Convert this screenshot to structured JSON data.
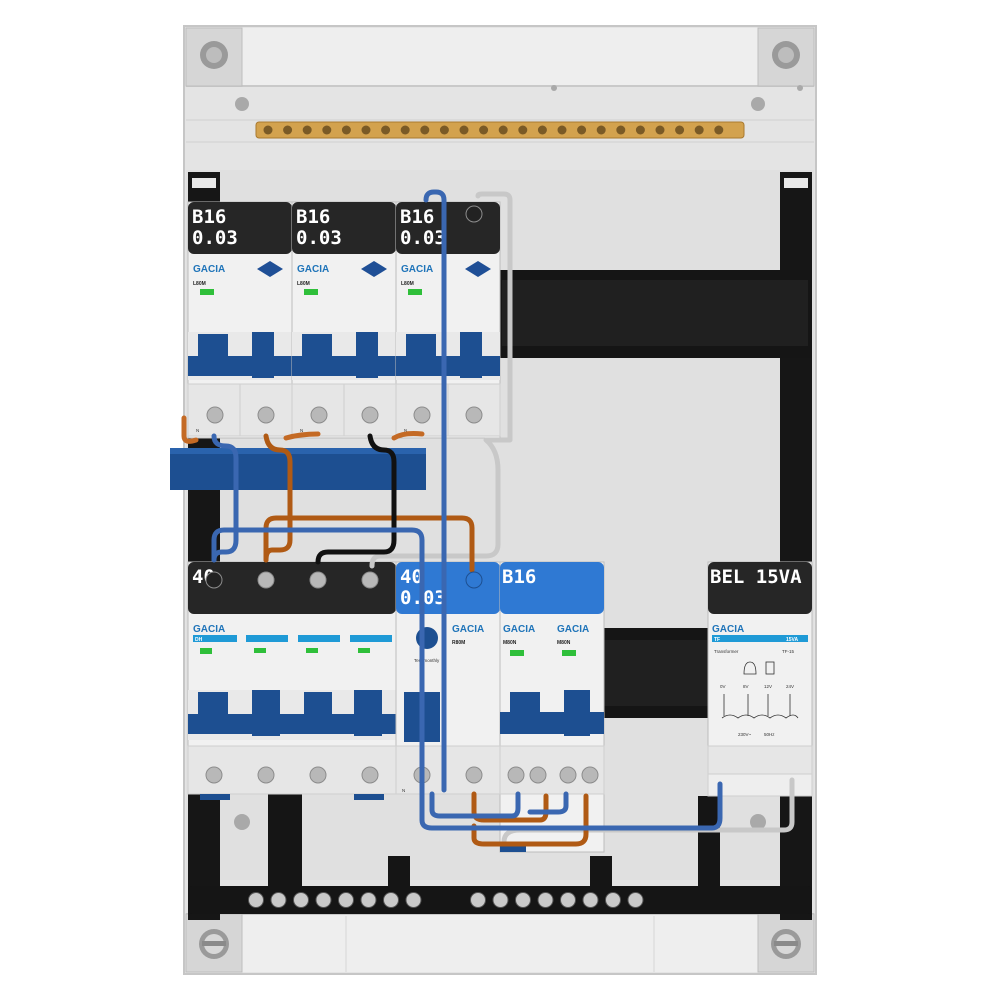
{
  "colors": {
    "enclosure": "#e3e3e3",
    "rail": "#1a1a1a",
    "breaker_blue": "#1d4f91",
    "accent_blue": "#2f79d3",
    "brand_blue": "#1f74b9",
    "wire_brown": "#b05a14",
    "wire_black": "#111111",
    "wire_grey": "#c8c8c8",
    "wire_blue": "#3a67b1",
    "busbar_brass": "#d3a24e",
    "status_green": "#2fbf3a"
  },
  "top_row": [
    {
      "rating": "B16",
      "sensitivity": "0.03",
      "brand": "GACIA",
      "model": "L80M"
    },
    {
      "rating": "B16",
      "sensitivity": "0.03",
      "brand": "GACIA",
      "model": "L80M"
    },
    {
      "rating": "B16",
      "sensitivity": "0.03",
      "brand": "GACIA",
      "model": "L80M"
    }
  ],
  "bottom_row": {
    "main_switch": {
      "rating": "40",
      "brand": "GACIA",
      "model": "DH"
    },
    "rcd": {
      "rating": "40",
      "sensitivity": "0.03",
      "brand": "GACIA",
      "model": "R80M",
      "test_text": "Test monthly"
    },
    "mcb": {
      "rating": "B16",
      "brand": "GACIA",
      "model_1": "M80N",
      "model_2": "M80N"
    },
    "transformer": {
      "label": "BEL 15VA",
      "brand": "GACIA",
      "model": "TF",
      "badge": "15VA",
      "caption": "Transformer",
      "code": "TF-15",
      "taps": [
        "0V",
        "8V",
        "12V",
        "24V"
      ],
      "input": "230V~",
      "freq": "50Hz"
    }
  },
  "terminal_letter": "N"
}
